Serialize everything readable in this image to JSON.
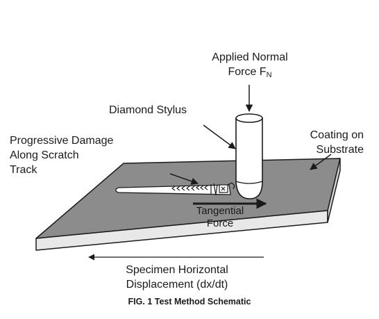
{
  "labels": {
    "applied_force_line1": "Applied Normal",
    "applied_force_line2": "Force F",
    "applied_force_sub": "N",
    "diamond_stylus": "Diamond Stylus",
    "damage_line1": "Progressive Damage",
    "damage_line2": "Along Scratch",
    "damage_line3": "Track",
    "coating_line1": "Coating on",
    "coating_line2": "Substrate",
    "tangential_line1": "Tangential",
    "tangential_line2": "Force",
    "displacement_line1": "Specimen Horizontal",
    "displacement_line2": "Displacement (dx/dt)"
  },
  "caption": "FIG. 1 Test Method Schematic",
  "colors": {
    "plate_top": "#8c8c8c",
    "plate_front": "#e8e8e8",
    "plate_side": "#d4d4d4",
    "outline": "#1a1a1a",
    "stylus": "#ffffff"
  }
}
